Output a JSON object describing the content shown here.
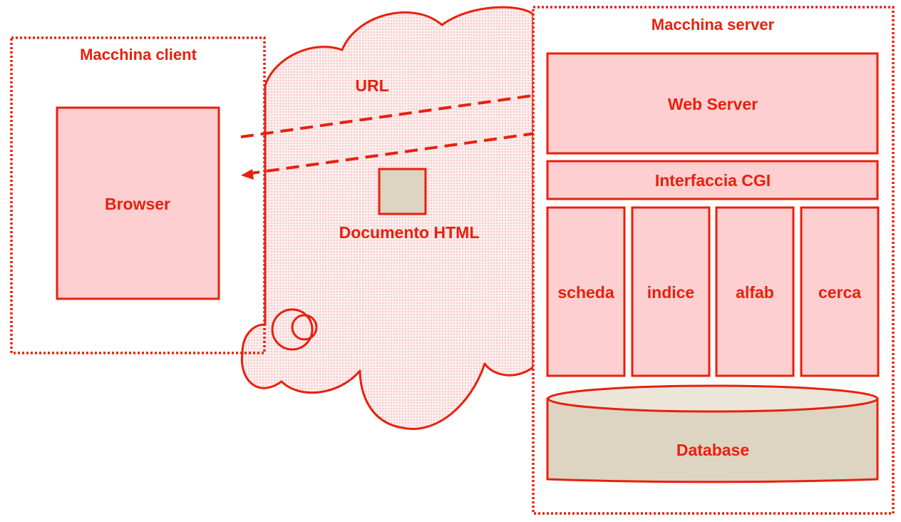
{
  "client": {
    "title": "Macchina client",
    "browser": "Browser"
  },
  "network": {
    "url_label": "URL",
    "document_label": "Documento HTML"
  },
  "server": {
    "title": "Macchina server",
    "web_server": "Web Server",
    "cgi": "Interfaccia CGI",
    "modules": [
      "scheda",
      "indice",
      "alfab",
      "cerca"
    ],
    "database": "Database"
  },
  "colors": {
    "accent": "#e8200c",
    "box_fill": "#fdcfd0",
    "document_fill": "#ddd4c2",
    "database_top": "#ece6da",
    "cloud_fill": "#fbe4e4"
  }
}
